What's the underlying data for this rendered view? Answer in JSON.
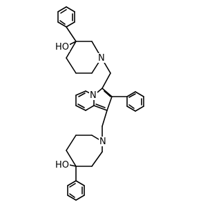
{
  "structure": {
    "atom_labels": {
      "oh_top": "HO",
      "n_top_piperidine": "N",
      "n_indolizine": "N",
      "n_bottom_piperidine": "N",
      "oh_bottom": "HO"
    }
  }
}
